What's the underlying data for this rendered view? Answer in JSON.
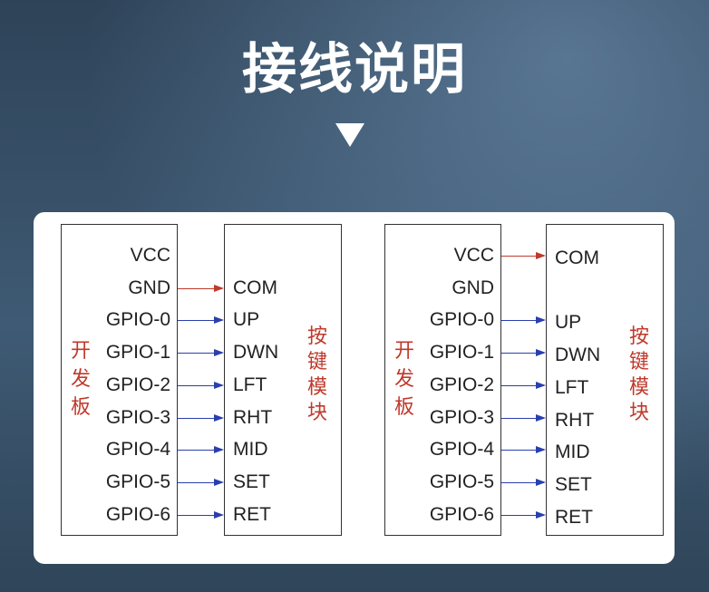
{
  "title": "接线说明",
  "colors": {
    "wire": "#2a3fae",
    "power_wire": "#c0392b",
    "label": "#c0392b"
  },
  "diagrams": [
    {
      "board_label": [
        "开",
        "发",
        "板"
      ],
      "module_label": [
        "按",
        "键",
        "模",
        "块"
      ],
      "board_pins": [
        "VCC",
        "GND",
        "GPIO-0",
        "GPIO-1",
        "GPIO-2",
        "GPIO-3",
        "GPIO-4",
        "GPIO-5",
        "GPIO-6"
      ],
      "module_pins": [
        "COM",
        "UP",
        "DWN",
        "LFT",
        "RHT",
        "MID",
        "SET",
        "RET"
      ],
      "connections": [
        {
          "from": "GND",
          "to": "COM"
        },
        {
          "from": "GPIO-0",
          "to": "UP"
        },
        {
          "from": "GPIO-1",
          "to": "DWN"
        },
        {
          "from": "GPIO-2",
          "to": "LFT"
        },
        {
          "from": "GPIO-3",
          "to": "RHT"
        },
        {
          "from": "GPIO-4",
          "to": "MID"
        },
        {
          "from": "GPIO-5",
          "to": "SET"
        },
        {
          "from": "GPIO-6",
          "to": "RET"
        }
      ]
    },
    {
      "board_label": [
        "开",
        "发",
        "板"
      ],
      "module_label": [
        "按",
        "键",
        "模",
        "块"
      ],
      "board_pins": [
        "VCC",
        "GND",
        "GPIO-0",
        "GPIO-1",
        "GPIO-2",
        "GPIO-3",
        "GPIO-4",
        "GPIO-5",
        "GPIO-6"
      ],
      "module_pins": [
        "COM",
        "UP",
        "DWN",
        "LFT",
        "RHT",
        "MID",
        "SET",
        "RET"
      ],
      "connections": [
        {
          "from": "VCC",
          "to": "COM"
        },
        {
          "from": "GPIO-0",
          "to": "UP"
        },
        {
          "from": "GPIO-1",
          "to": "DWN"
        },
        {
          "from": "GPIO-2",
          "to": "LFT"
        },
        {
          "from": "GPIO-3",
          "to": "RHT"
        },
        {
          "from": "GPIO-4",
          "to": "MID"
        },
        {
          "from": "GPIO-5",
          "to": "SET"
        },
        {
          "from": "GPIO-6",
          "to": "RET"
        }
      ]
    }
  ]
}
